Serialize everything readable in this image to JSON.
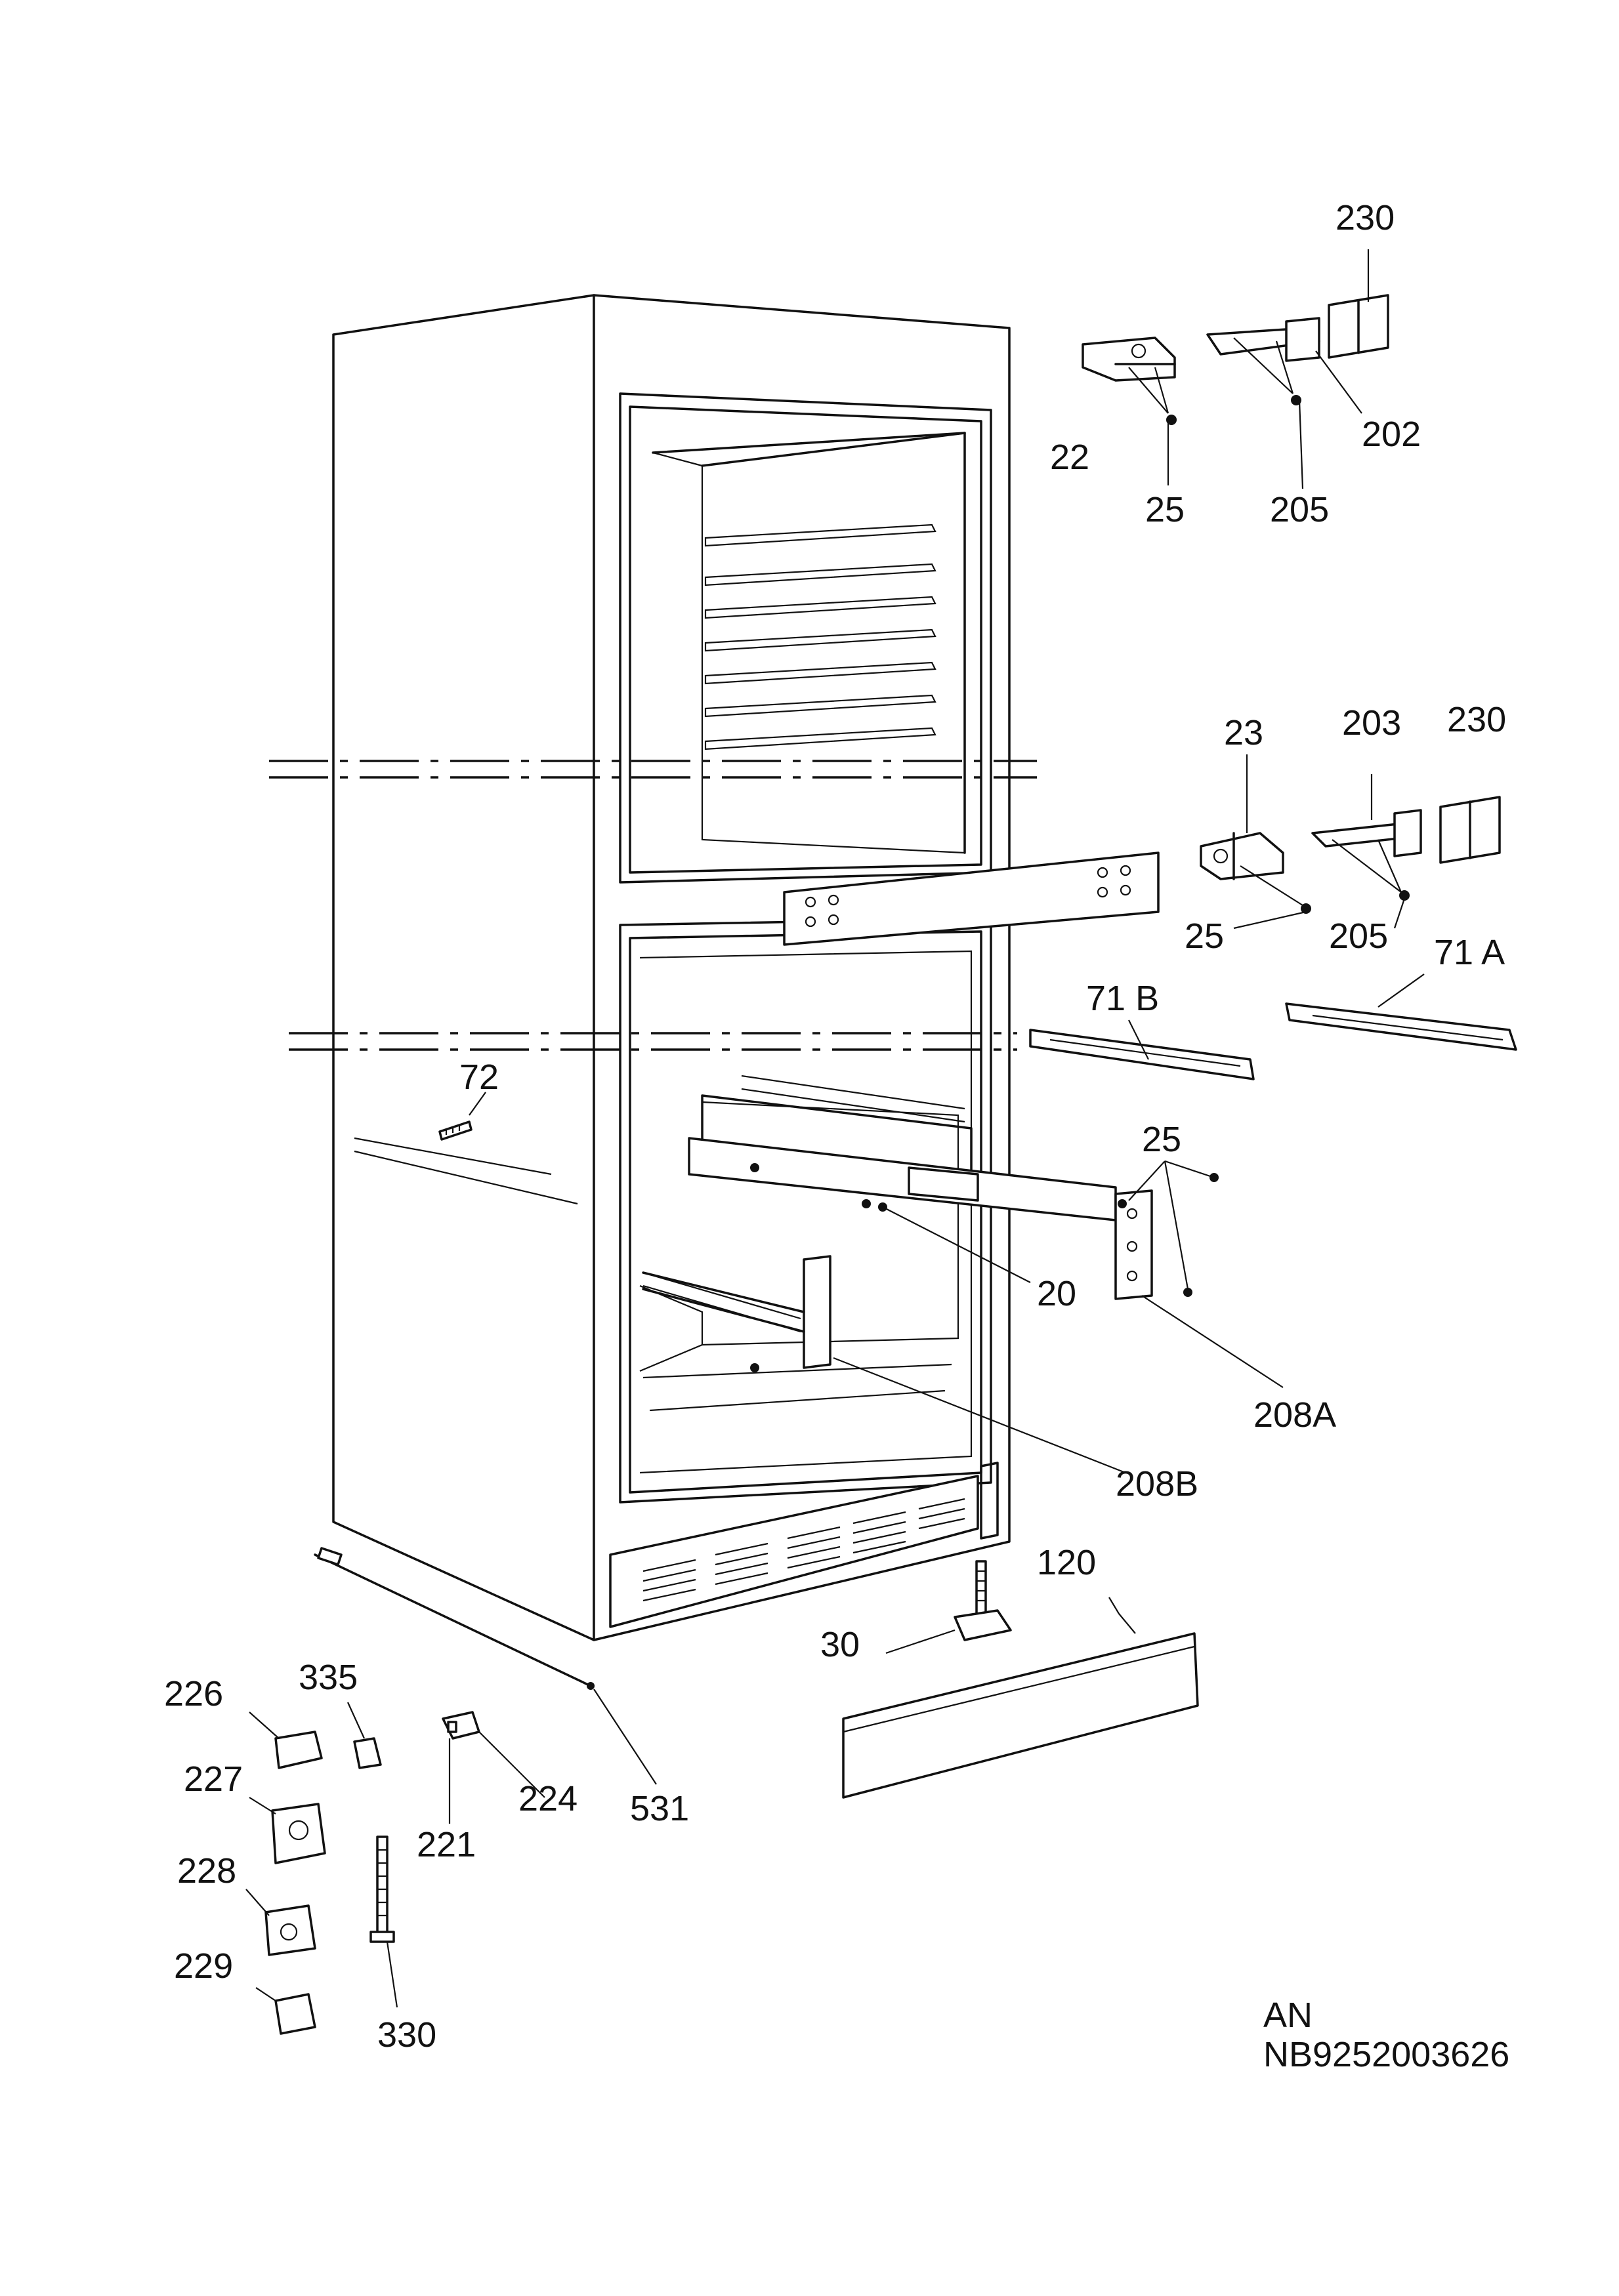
{
  "labels": {
    "l230a": "230",
    "l22": "22",
    "l25a": "25",
    "l205a": "205",
    "l202": "202",
    "l23": "23",
    "l203": "203",
    "l230b": "230",
    "l25b": "25",
    "l205b": "205",
    "l71a": "71 A",
    "l71b": "71 B",
    "l72": "72",
    "l25c": "25",
    "l20": "20",
    "l208a": "208A",
    "l208b": "208B",
    "l120": "120",
    "l30": "30",
    "l335": "335",
    "l226": "226",
    "l227": "227",
    "l228": "228",
    "l229": "229",
    "l221": "221",
    "l224": "224",
    "l531": "531",
    "l330": "330"
  },
  "footer": {
    "line1": "AN",
    "line2": "NB9252003626"
  }
}
